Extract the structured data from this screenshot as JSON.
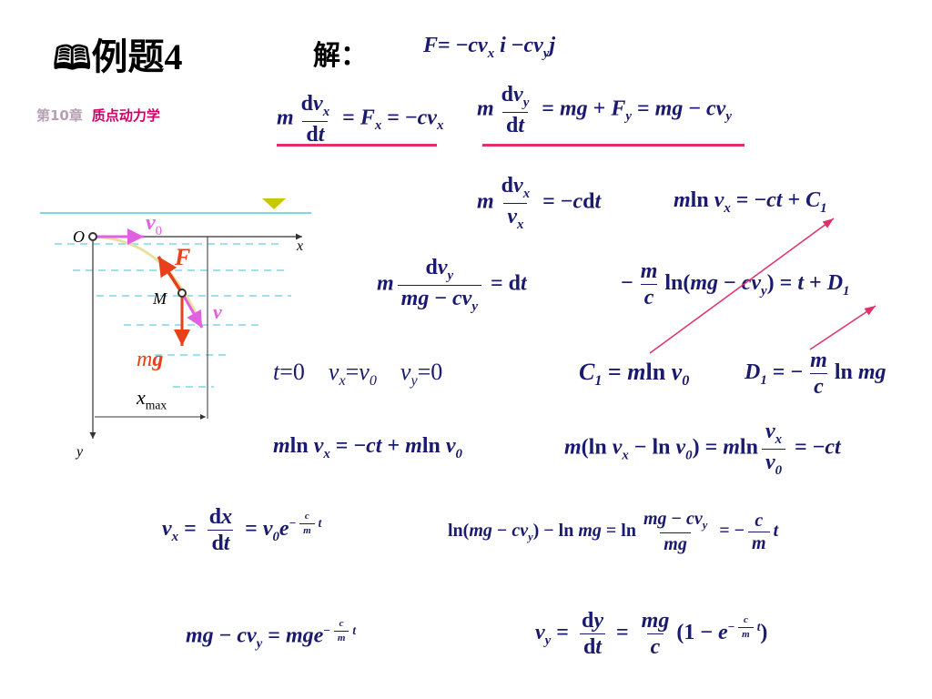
{
  "header": {
    "book_icon": "open-book-icon",
    "title": "例题4",
    "solution_label": "解：",
    "force_eq": "F= −cvx i −cvy j"
  },
  "chapter": {
    "number": "第10章",
    "name": "质点动力学"
  },
  "diagram": {
    "origin_label": "O",
    "x_axis_label": "x",
    "y_axis_label": "y",
    "v0_label": "v0",
    "force_label": "F",
    "point_label": "M",
    "velocity_label": "v",
    "gravity_label": "mg",
    "xmax_label": "xmax",
    "icons": [
      "water-surface-marker-icon"
    ],
    "colors": {
      "water": "#7fd6e8",
      "force": "#e8401a",
      "velocity": "#e060e0",
      "marker": "#c8c800",
      "underline": "#e0306a"
    }
  },
  "equations": {
    "eq1": "m dvx/dt = Fx = −cvx",
    "eq2": "m dvy/dt = mg + Fy = mg − cvy",
    "eq3": "m dvx/vx = −c dt",
    "eq4": "m ln vx = −ct + C1",
    "eq5": "m dvy/(mg − cvy) = dt",
    "eq6": "−(m/c) ln(mg − cvy) = t + D1",
    "init": "t=0   vx=v0   vy=0",
    "eq7": "C1 = m ln v0",
    "eq8": "D1 = −(m/c) ln mg",
    "eq9": "m ln vx = −ct + m ln v0",
    "eq10": "m(ln vx − ln v0) = m ln(vx/v0) = −ct",
    "eq11": "vx = dx/dt = v0 e^(−(c/m)t)",
    "eq12": "ln(mg − cvy) − ln mg = ln((mg − cvy)/mg) = −(c/m)t",
    "eq13": "mg − cvy = mg e^(−(c/m)t)",
    "eq14": "vy = dy/dt = (mg/c)(1 − e^(−(c/m)t))"
  }
}
